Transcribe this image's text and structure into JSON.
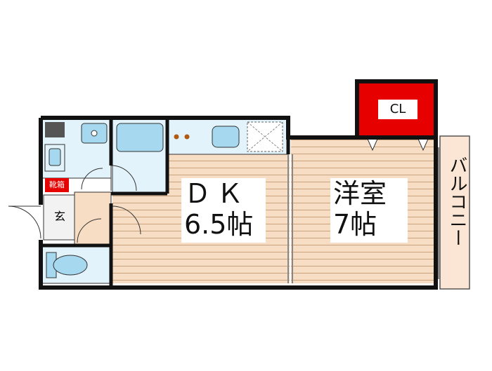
{
  "rooms": {
    "dk": {
      "line1": "ＤＫ",
      "line2": "6.5帖"
    },
    "yoshitsu": {
      "line1": "洋室",
      "line2": "7帖"
    },
    "closet": {
      "label": "CL"
    },
    "balcony": {
      "label": "バルコニー"
    },
    "genkan": {
      "label": "玄"
    },
    "shoe_box": {
      "label": "靴箱"
    }
  },
  "colors": {
    "wall": "#111111",
    "floor": "#f7ddc3",
    "floor_line": "#c9a27e",
    "wet_area": "#e3f3fb",
    "fixture": "#a6d9ef",
    "closet": "#e60000",
    "balcony": "#fbe6d5"
  }
}
